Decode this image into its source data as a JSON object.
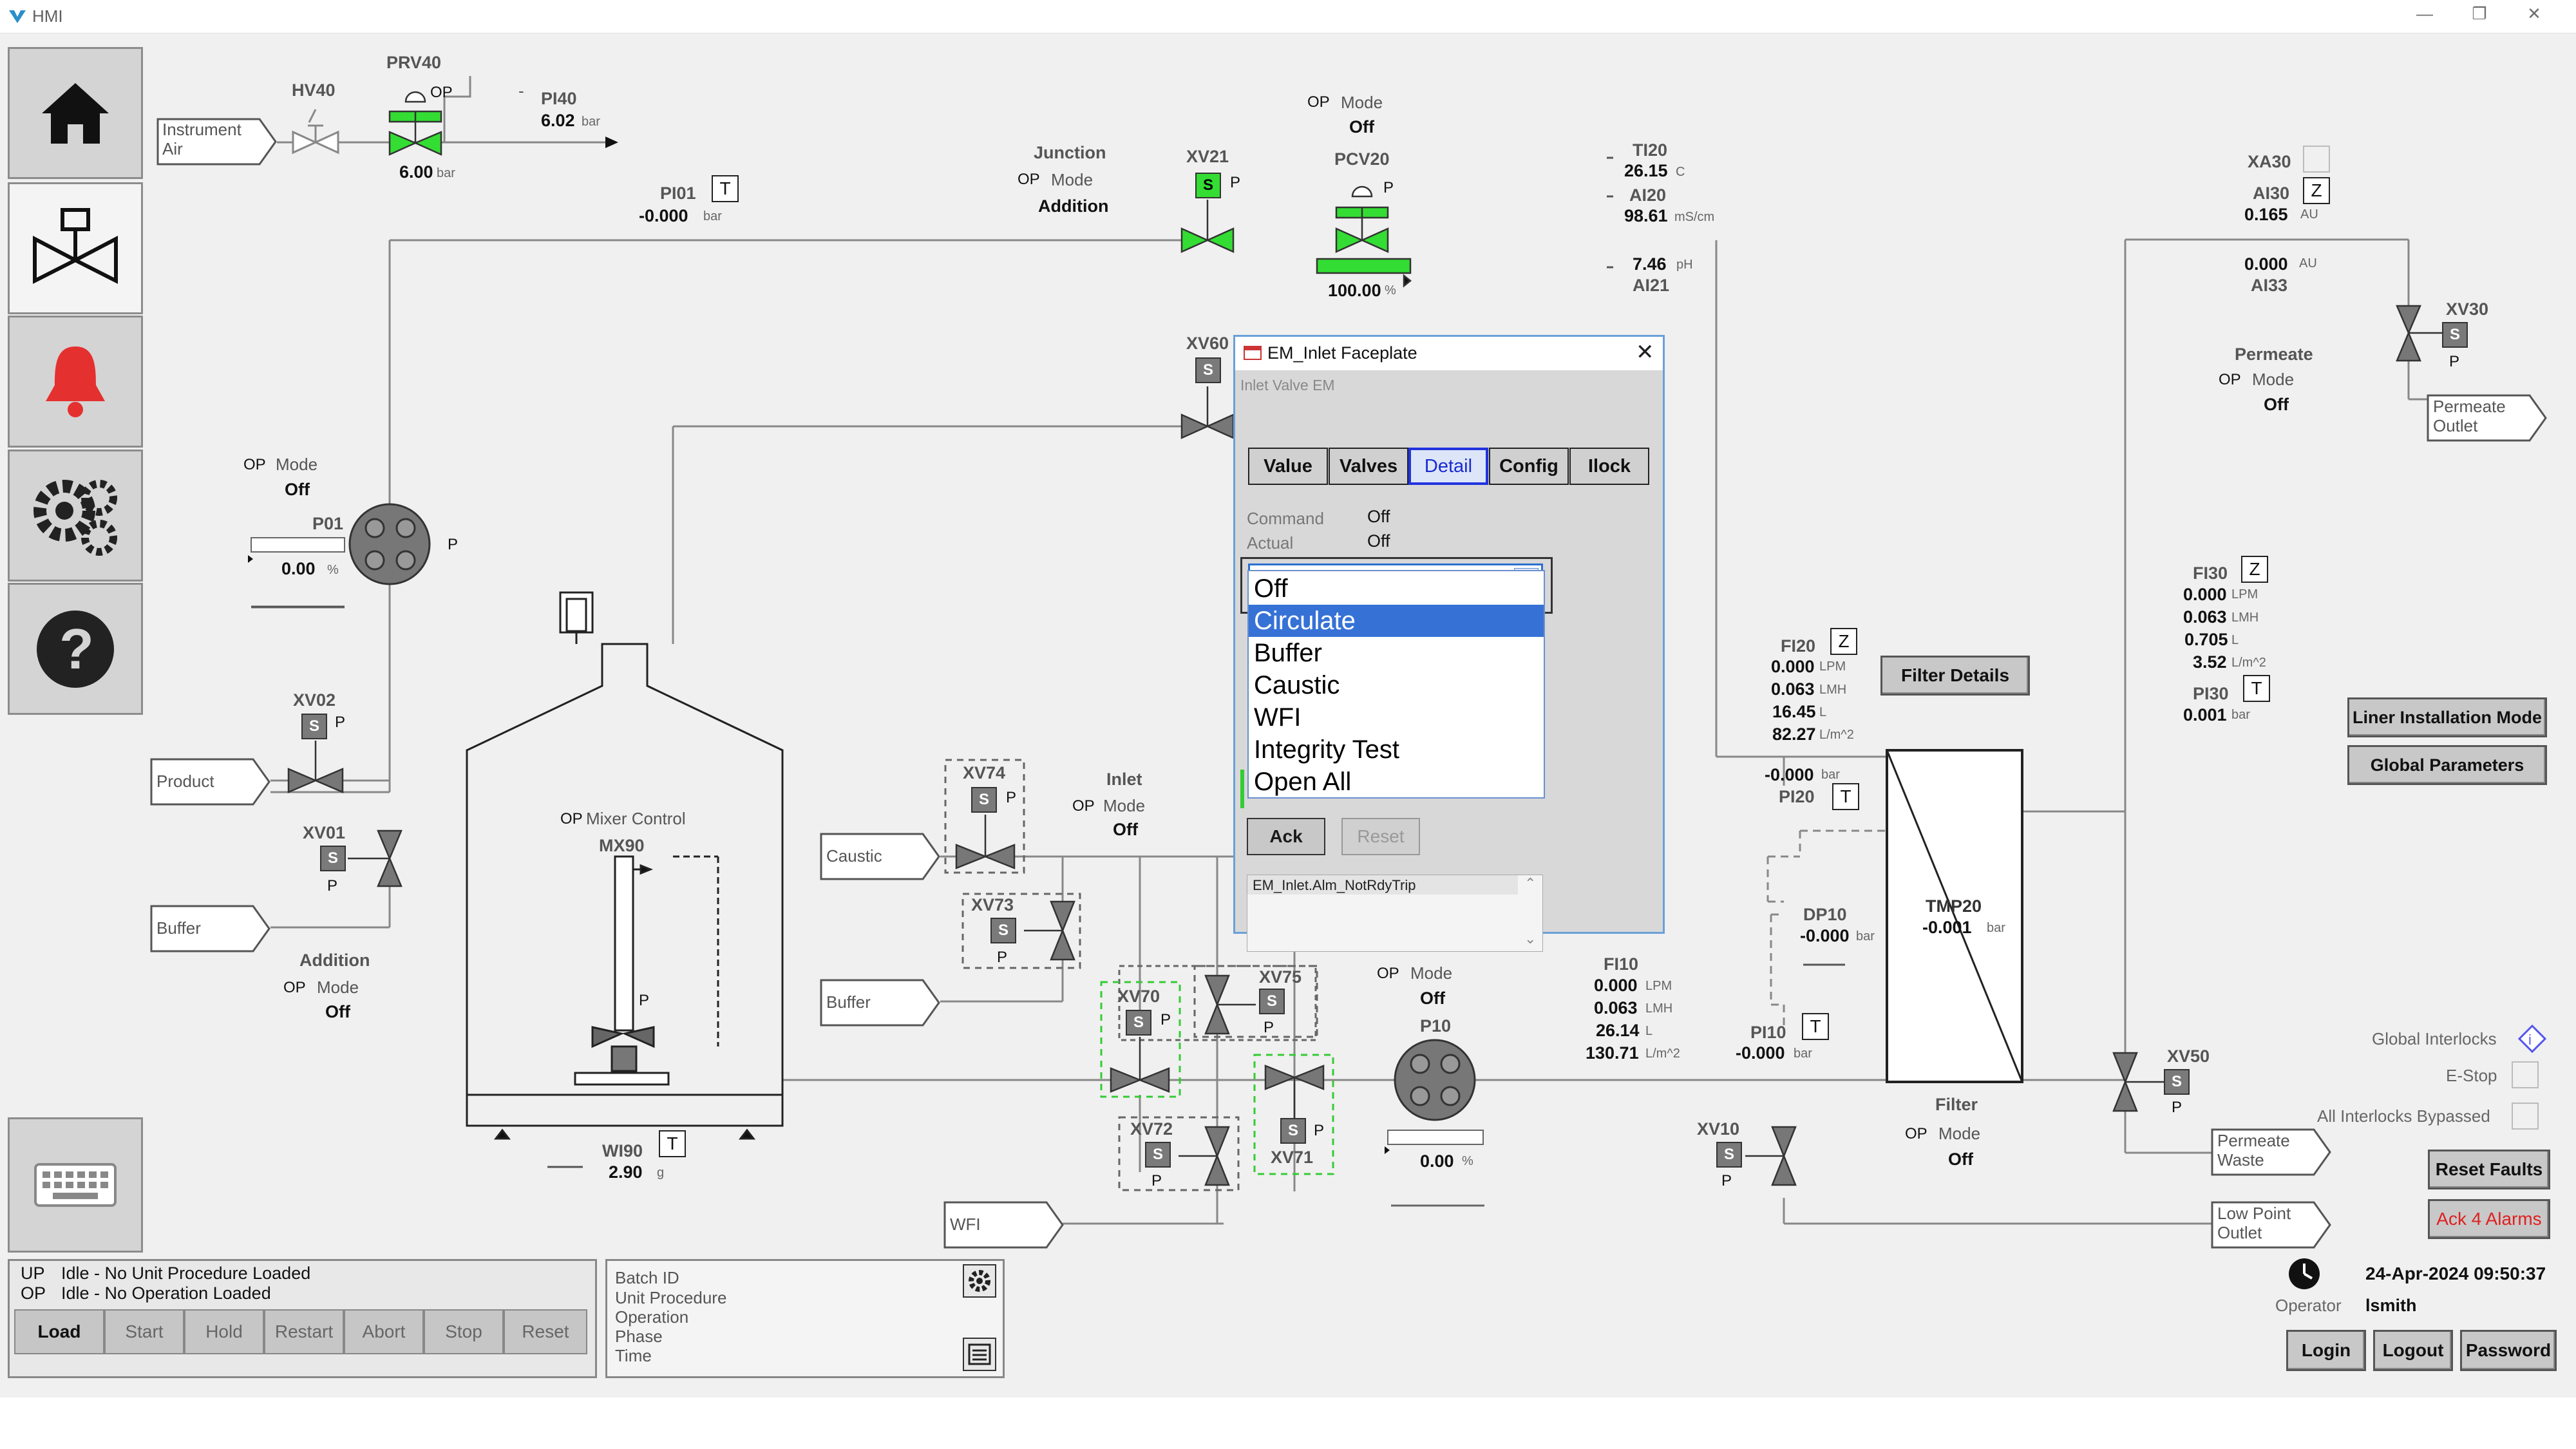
{
  "window": {
    "title": "HMI"
  },
  "nav": {
    "items": [
      "home",
      "equipment",
      "alarms",
      "settings",
      "help"
    ]
  },
  "instrument_air": {
    "label": "Instrument\nAir",
    "hv_tag": "HV40",
    "prv_tag": "PRV40",
    "prv_op": "OP",
    "prv_value": "6.00",
    "prv_unit": "bar",
    "pi_tag": "PI40",
    "pi_value": "6.02",
    "pi_unit": "bar"
  },
  "pi01": {
    "tag": "PI01",
    "value": "-0.000",
    "unit": "bar",
    "btn": "T"
  },
  "junction": {
    "title": "Junction",
    "op": "OP",
    "mode_label": "Mode",
    "mode_value": "Addition"
  },
  "xv21": {
    "tag": "XV21",
    "s": "S",
    "p": "P"
  },
  "pcv20": {
    "op": "OP",
    "mode_label": "Mode",
    "mode_value": "Off",
    "tag": "PCV20",
    "p": "P",
    "value": "100.00",
    "unit": "%"
  },
  "ti20": {
    "tag": "TI20",
    "value": "26.15",
    "unit": "C"
  },
  "ai20": {
    "tag": "AI20",
    "value": "98.61",
    "unit": "mS/cm"
  },
  "ai21": {
    "tag": "AI21",
    "value": "7.46",
    "unit": "pH"
  },
  "xa30": {
    "tag": "XA30"
  },
  "ai30": {
    "tag": "AI30",
    "value": "0.165",
    "unit": "AU",
    "btn": "Z"
  },
  "ai33": {
    "tag": "AI33",
    "value": "0.000",
    "unit": "AU"
  },
  "permeate": {
    "title": "Permeate",
    "op": "OP",
    "mode_label": "Mode",
    "mode_value": "Off"
  },
  "xv30": {
    "tag": "XV30",
    "s": "S",
    "p": "P"
  },
  "permeate_outlet": {
    "label": "Permeate\nOutlet"
  },
  "p01": {
    "op": "OP",
    "mode_label": "Mode",
    "mode_value": "Off",
    "tag": "P01",
    "value": "0.00",
    "unit": "%",
    "p": "P"
  },
  "xv60": {
    "tag": "XV60",
    "s": "S"
  },
  "xv02": {
    "tag": "XV02",
    "s": "S",
    "p": "P"
  },
  "xv01": {
    "tag": "XV01",
    "s": "S",
    "p": "P"
  },
  "product": {
    "label": "Product"
  },
  "buffer_in": {
    "label": "Buffer"
  },
  "addition": {
    "title": "Addition",
    "op": "OP",
    "mode_label": "Mode",
    "mode_value": "Off"
  },
  "tank": {
    "op": "OP",
    "mixer_label": "Mixer Control",
    "mx_tag": "MX90",
    "p": "P",
    "wi_tag": "WI90",
    "wi_value": "2.90",
    "wi_unit": "g",
    "wi_btn": "T"
  },
  "inlet": {
    "title": "Inlet",
    "op": "OP",
    "mode_label": "Mode",
    "mode_value": "Off"
  },
  "caustic": {
    "label": "Caustic"
  },
  "buffer2": {
    "label": "Buffer"
  },
  "wfi": {
    "label": "WFI"
  },
  "xv74": {
    "tag": "XV74",
    "s": "S",
    "p": "P"
  },
  "xv73": {
    "tag": "XV73",
    "s": "S",
    "p": "P"
  },
  "xv70": {
    "tag": "XV70",
    "s": "S",
    "p": "P"
  },
  "xv75": {
    "tag": "XV75",
    "s": "S",
    "p": "P"
  },
  "xv72": {
    "tag": "XV72",
    "s": "S",
    "p": "P"
  },
  "xv71": {
    "tag": "XV71",
    "s": "S",
    "p": "P"
  },
  "p10": {
    "op": "OP",
    "mode_label": "Mode",
    "mode_value": "Off",
    "tag": "P10",
    "value": "0.00",
    "unit": "%"
  },
  "fi10": {
    "tag": "FI10",
    "v1": "0.000",
    "u1": "LPM",
    "v2": "0.063",
    "u2": "LMH",
    "v3": "26.14",
    "u3": "L",
    "v4": "130.71",
    "u4": "L/m^2"
  },
  "pi10": {
    "tag": "PI10",
    "value": "-0.000",
    "unit": "bar",
    "btn": "T"
  },
  "xv10": {
    "tag": "XV10",
    "s": "S",
    "p": "P"
  },
  "fi20": {
    "tag": "FI20",
    "btn": "Z",
    "v1": "0.000",
    "u1": "LPM",
    "v2": "0.063",
    "u2": "LMH",
    "v3": "16.45",
    "u3": "L",
    "v4": "82.27",
    "u4": "L/m^2"
  },
  "pi20": {
    "tag": "PI20",
    "value": "-0.000",
    "unit": "bar",
    "btn": "T"
  },
  "dp10": {
    "tag": "DP10",
    "value": "-0.000",
    "unit": "bar"
  },
  "tmp20": {
    "tag": "TMP20",
    "value": "-0.001",
    "unit": "bar"
  },
  "filter": {
    "title": "Filter",
    "op": "OP",
    "mode_label": "Mode",
    "mode_value": "Off",
    "details_btn": "Filter Details"
  },
  "fi30": {
    "tag": "FI30",
    "btn": "Z",
    "v1": "0.000",
    "u1": "LPM",
    "v2": "0.063",
    "u2": "LMH",
    "v3": "0.705",
    "u3": "L",
    "v4": "3.52",
    "u4": "L/m^2"
  },
  "pi30": {
    "tag": "PI30",
    "value": "0.001",
    "unit": "bar",
    "btn": "T"
  },
  "xv50": {
    "tag": "XV50",
    "s": "S",
    "p": "P"
  },
  "permeate_waste": {
    "label": "Permeate\nWaste"
  },
  "low_point": {
    "label": "Low Point\nOutlet"
  },
  "right_panel": {
    "liner_btn": "Liner Installation Mode",
    "global_params_btn": "Global Parameters",
    "global_interlocks": "Global Interlocks",
    "estop": "E-Stop",
    "bypassed": "All Interlocks Bypassed",
    "reset_faults": "Reset Faults",
    "ack_alarms": "Ack 4 Alarms",
    "datetime": "24-Apr-2024 09:50:37",
    "operator_label": "Operator",
    "operator_value": "lsmith",
    "login": "Login",
    "logout": "Logout",
    "password": "Password",
    "alarm_color": "#e02020"
  },
  "status": {
    "up_label": "UP",
    "up_text": "Idle - No Unit Procedure Loaded",
    "op_label": "OP",
    "op_text": "Idle - No Operation Loaded",
    "buttons": [
      "Load",
      "Start",
      "Hold",
      "Restart",
      "Abort",
      "Stop",
      "Reset"
    ]
  },
  "batch": {
    "lines": [
      "Batch ID",
      "Unit Procedure",
      "Operation",
      "Phase",
      "Time"
    ]
  },
  "faceplate": {
    "title": "EM_Inlet Faceplate",
    "subtitle": "Inlet Valve EM",
    "tabs": [
      "Value",
      "Valves",
      "Detail",
      "Config",
      "Ilock"
    ],
    "active_tab": "Detail",
    "command_label": "Command",
    "command_value": "Off",
    "actual_label": "Actual",
    "actual_value": "Off",
    "dropdown_value": "",
    "options": [
      "Off",
      "Circulate",
      "Buffer",
      "Caustic",
      "WFI",
      "Integrity Test",
      "Open All"
    ],
    "selected_option": "Circulate",
    "ack": "Ack",
    "reset": "Reset",
    "alarm_line": "EM_Inlet.Alm_NotRdyTrip"
  }
}
